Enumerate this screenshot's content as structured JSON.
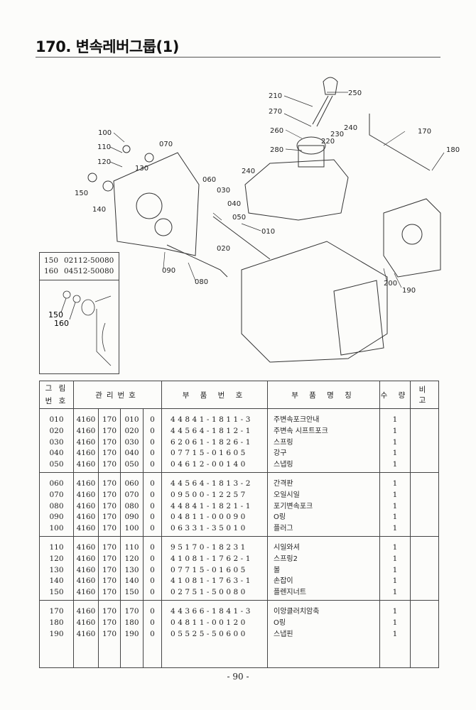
{
  "title": "170. 변속레버그룹(1)",
  "diagram": {
    "callouts": [
      "210",
      "250",
      "270",
      "260",
      "230",
      "240",
      "170",
      "280",
      "220",
      "180",
      "100",
      "110",
      "070",
      "120",
      "130",
      "240",
      "150",
      "060",
      "030",
      "140",
      "040",
      "050",
      "010",
      "020",
      "090",
      "080",
      "200",
      "190"
    ],
    "inset": {
      "parts": [
        {
          "no": "150",
          "part": "02112-50080"
        },
        {
          "no": "160",
          "part": "04512-50080"
        }
      ],
      "callouts": [
        "150",
        "160"
      ]
    }
  },
  "table": {
    "headers": {
      "ref_no_line1": "그 림",
      "ref_no_line2": "번 호",
      "mgmt_no": "관리번호",
      "part_no": "부 품 번 호",
      "part_name": "부 품 명 칭",
      "qty": "수 량",
      "remarks": "비 고"
    },
    "groups": [
      {
        "rows": [
          {
            "ref": "010",
            "m1": "4160",
            "m2": "170",
            "m3": "010",
            "m4": "0",
            "part_no": "44841-1811-3",
            "name": "주변속포크안내",
            "qty": "1"
          },
          {
            "ref": "020",
            "m1": "4160",
            "m2": "170",
            "m3": "020",
            "m4": "0",
            "part_no": "44564-1812-1",
            "name": "주변속 시프트포크",
            "qty": "1"
          },
          {
            "ref": "030",
            "m1": "4160",
            "m2": "170",
            "m3": "030",
            "m4": "0",
            "part_no": "62061-1826-1",
            "name": "스프링",
            "qty": "1"
          },
          {
            "ref": "040",
            "m1": "4160",
            "m2": "170",
            "m3": "040",
            "m4": "0",
            "part_no": "07715-01605",
            "name": "강구",
            "qty": "1"
          },
          {
            "ref": "050",
            "m1": "4160",
            "m2": "170",
            "m3": "050",
            "m4": "0",
            "part_no": "04612-00140",
            "name": "스냅링",
            "qty": "1"
          }
        ]
      },
      {
        "rows": [
          {
            "ref": "060",
            "m1": "4160",
            "m2": "170",
            "m3": "060",
            "m4": "0",
            "part_no": "44564-1813-2",
            "name": "간격판",
            "qty": "1"
          },
          {
            "ref": "070",
            "m1": "4160",
            "m2": "170",
            "m3": "070",
            "m4": "0",
            "part_no": "09500-12257",
            "name": "오일시일",
            "qty": "1"
          },
          {
            "ref": "080",
            "m1": "4160",
            "m2": "170",
            "m3": "080",
            "m4": "0",
            "part_no": "44841-1821-1",
            "name": "포기변속포크",
            "qty": "1"
          },
          {
            "ref": "090",
            "m1": "4160",
            "m2": "170",
            "m3": "090",
            "m4": "0",
            "part_no": "04811-00090",
            "name": "O링",
            "qty": "1"
          },
          {
            "ref": "100",
            "m1": "4160",
            "m2": "170",
            "m3": "100",
            "m4": "0",
            "part_no": "06331-35010",
            "name": "플러그",
            "qty": "1"
          }
        ]
      },
      {
        "rows": [
          {
            "ref": "110",
            "m1": "4160",
            "m2": "170",
            "m3": "110",
            "m4": "0",
            "part_no": "95170-18231",
            "name": "시일와셔",
            "qty": "1"
          },
          {
            "ref": "120",
            "m1": "4160",
            "m2": "170",
            "m3": "120",
            "m4": "0",
            "part_no": "41081-1762-1",
            "name": "스프링2",
            "qty": "1"
          },
          {
            "ref": "130",
            "m1": "4160",
            "m2": "170",
            "m3": "130",
            "m4": "0",
            "part_no": "07715-01605",
            "name": "볼",
            "qty": "1"
          },
          {
            "ref": "140",
            "m1": "4160",
            "m2": "170",
            "m3": "140",
            "m4": "0",
            "part_no": "41081-1763-1",
            "name": "손잡이",
            "qty": "1"
          },
          {
            "ref": "150",
            "m1": "4160",
            "m2": "170",
            "m3": "150",
            "m4": "0",
            "part_no": "02751-50080",
            "name": "플렌지너트",
            "qty": "1"
          }
        ]
      },
      {
        "rows": [
          {
            "ref": "170",
            "m1": "4160",
            "m2": "170",
            "m3": "170",
            "m4": "0",
            "part_no": "44366-1841-3",
            "name": "이앙클러치암축",
            "qty": "1"
          },
          {
            "ref": "180",
            "m1": "4160",
            "m2": "170",
            "m3": "180",
            "m4": "0",
            "part_no": "04811-00120",
            "name": "O링",
            "qty": "1"
          },
          {
            "ref": "190",
            "m1": "4160",
            "m2": "170",
            "m3": "190",
            "m4": "0",
            "part_no": "05525-50600",
            "name": "스냅핀",
            "qty": "1"
          }
        ]
      }
    ]
  },
  "page_number": "- 90 -"
}
